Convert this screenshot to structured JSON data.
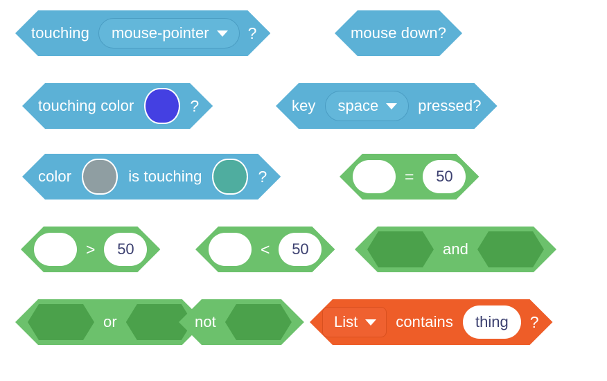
{
  "palette": {
    "background_color": "#ffffff",
    "categories": {
      "sensing_color": "#5cb1d6",
      "operators_color": "#6cc16c",
      "operators_slot_color": "#4ba14b",
      "list_color": "#ee5d28",
      "input_text_color": "#3c4070"
    }
  },
  "blocks": [
    {
      "id": "touching-mouse-pointer",
      "category": "sensing",
      "text_before": "touching",
      "dropdown_value": "mouse-pointer",
      "text_after": "?"
    },
    {
      "id": "mouse-down",
      "category": "sensing",
      "label": "mouse down?"
    },
    {
      "id": "touching-color",
      "category": "sensing",
      "text_before": "touching color",
      "swatch_color": "#4440e2",
      "text_after": "?"
    },
    {
      "id": "key-pressed",
      "category": "sensing",
      "text_before": "key",
      "dropdown_value": "space",
      "text_after": "pressed?"
    },
    {
      "id": "color-is-touching-color",
      "category": "sensing",
      "text_before": "color",
      "swatch_color_1": "#8f9ea2",
      "text_middle": "is touching",
      "swatch_color_2": "#4fad9f",
      "text_after": "?"
    },
    {
      "id": "equals",
      "category": "operator",
      "operator_sign": "=",
      "left_value": "",
      "right_value": "50"
    },
    {
      "id": "greater-than",
      "category": "operator",
      "operator_sign": ">",
      "left_value": "",
      "right_value": "50"
    },
    {
      "id": "less-than",
      "category": "operator",
      "operator_sign": "<",
      "left_value": "",
      "right_value": "50"
    },
    {
      "id": "and",
      "category": "operator",
      "label": "and"
    },
    {
      "id": "or",
      "category": "operator",
      "label": "or"
    },
    {
      "id": "not",
      "category": "operator",
      "label": "not"
    },
    {
      "id": "list-contains",
      "category": "list",
      "dropdown_value": "List",
      "text_middle": "contains",
      "input_value": "thing",
      "text_after": "?"
    }
  ]
}
